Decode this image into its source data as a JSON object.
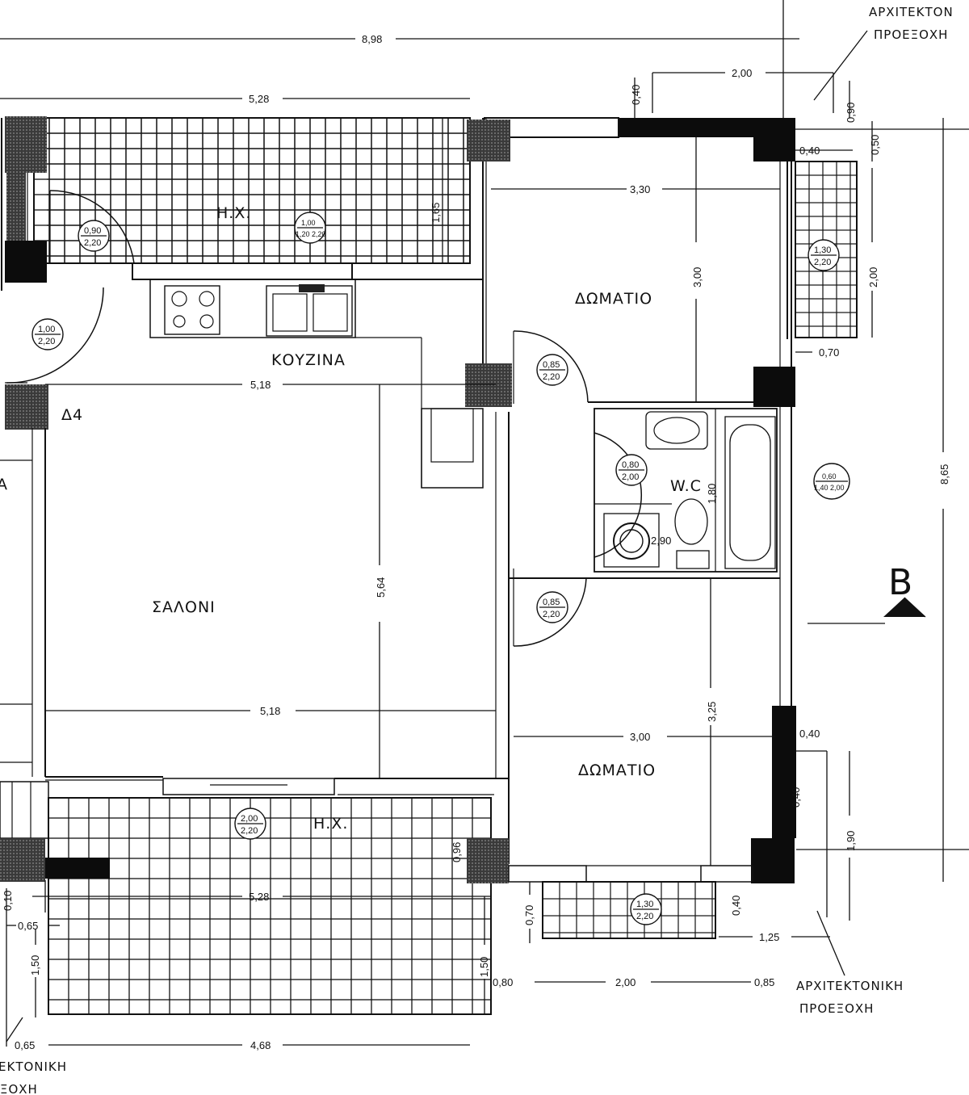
{
  "rooms": {
    "hx_top": "Η.Χ.",
    "hx_bottom": "Η.Χ.",
    "kitchen": "ΚΟΥΖΙΝΑ",
    "living": "ΣΑΛΟΝΙ",
    "bedroom_top": "ΔΩΜΑΤΙΟ",
    "bedroom_bottom": "ΔΩΜΑΤΙΟ",
    "wc": "W.C",
    "unit": "Δ4",
    "edge_letter": "Α"
  },
  "dimensions": {
    "overall_width": "8,98",
    "top_balcony": "5,28",
    "bottom_balcony": "5,28",
    "kitchen_width": "5,18",
    "living_width": "5,18",
    "living_depth": "5,64",
    "bedroom_top_width": "3,30",
    "bedroom_top_depth": "3,00",
    "bedroom_bottom_width": "3,00",
    "bedroom_bottom_depth": "3,25",
    "wc_depth": "1,80",
    "wc_width": "2,90",
    "balcony_depth_top": "1,65",
    "overall_depth": "8,65",
    "proj_top_width": "2,00",
    "proj_top_depth": "0,90",
    "proj_top_offset": "0,50",
    "wall_040_a": "0,40",
    "wall_040_b": "0,40",
    "wall_040_c": "0,40",
    "wall_040_d": "0,40",
    "side_balcony_depth": "2,00",
    "side_balcony_width": "0,70",
    "proj_right_depth": "1,90",
    "proj_right_width": "1,25",
    "bottom_070": "0,70",
    "bottom_080": "0,80",
    "bottom_200": "2,00",
    "bottom_085": "0,85",
    "bottom_150_right": "1,50",
    "bottom_096": "0,96",
    "left_065_top": "0,65",
    "left_150": "1,50",
    "left_065_bottom": "0,65",
    "left_010": "0,10",
    "bottom_balcony_inner": "4,68",
    "bedroom_bottom_040": "0,40"
  },
  "door_tags": [
    {
      "top": "0,90",
      "bottom": "2,20"
    },
    {
      "top": "1,00",
      "bottom": "2,20"
    },
    {
      "top": "1,00",
      "bottom": "1,20 2,20"
    },
    {
      "top": "0,85",
      "bottom": "2,20"
    },
    {
      "top": "0,80",
      "bottom": "2,00"
    },
    {
      "top": "0,85",
      "bottom": "2,20"
    },
    {
      "top": "1,30",
      "bottom": "2,20"
    },
    {
      "top": "0,60",
      "bottom": "1,40 2,00"
    },
    {
      "top": "2,00",
      "bottom": "2,20"
    },
    {
      "top": "1,30",
      "bottom": "2,20"
    }
  ],
  "notes": {
    "arch_top_line1": "ΑΡΧΙΤΕΚΤΟΝ",
    "arch_top_line2": "ΠΡΟΕΞΟΧΗ",
    "arch_right_line1": "ΑΡΧΙΤΕΚΤΟΝΙΚΗ",
    "arch_right_line2": "ΠΡΟΕΞΟΧΗ",
    "arch_left_line1": "ΕΚΤΟΝΙΚΗ",
    "arch_left_line2": "ΞΟΧΗ"
  },
  "section_marker": "Β"
}
